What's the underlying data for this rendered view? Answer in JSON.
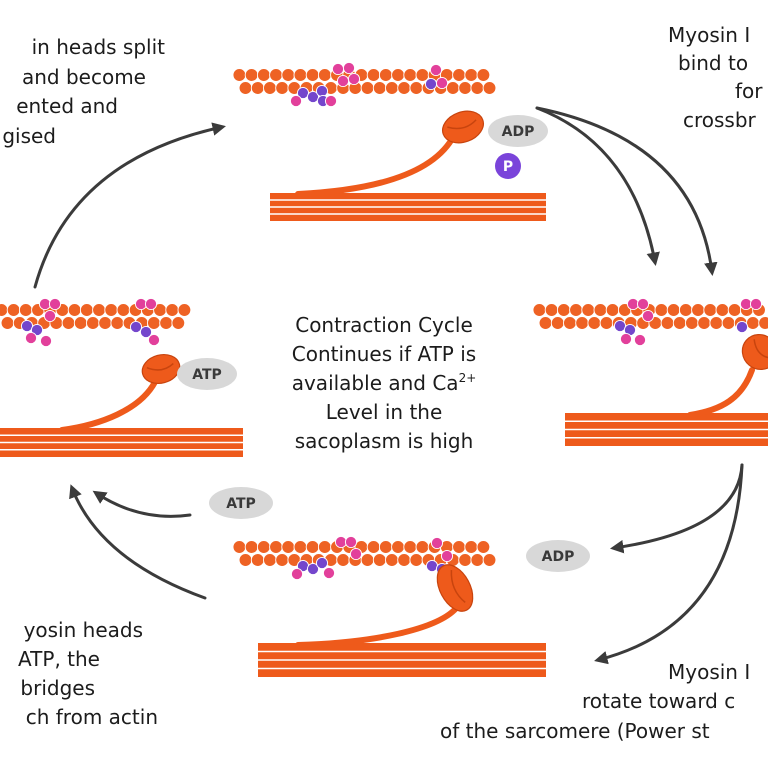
{
  "labels": {
    "top_left": [
      "in heads split",
      "and become",
      "ented and",
      "gised"
    ],
    "top_right": [
      "Myosin I",
      "bind to",
      "for",
      "crossbr"
    ],
    "bottom_left": [
      "yosin heads",
      "ATP, the",
      "bridges",
      "ch from actin"
    ],
    "bottom_right": [
      "Myosin I",
      "rotate toward c",
      "of the sarcomere (Power st"
    ],
    "center": [
      "Contraction Cycle",
      "Continues if ATP is",
      "available and Ca",
      "Level in the",
      "sacoplasm is high"
    ],
    "center_superscript": "2+"
  },
  "molecules": {
    "top_adp": "ADP",
    "top_phosphate": "P",
    "left_atp": "ATP",
    "free_atp": "ATP",
    "free_adp": "ADP"
  },
  "colors": {
    "actin": "#EE6224",
    "myosin": "#EE5A1B",
    "myosin_dark": "#C8440E",
    "troponin_pink": "#E2409B",
    "troponin_purple": "#7446CC",
    "molecule_bg": "#D8D8D8",
    "phosphate": "#7A44DA",
    "arrow": "#3B3B3B"
  }
}
